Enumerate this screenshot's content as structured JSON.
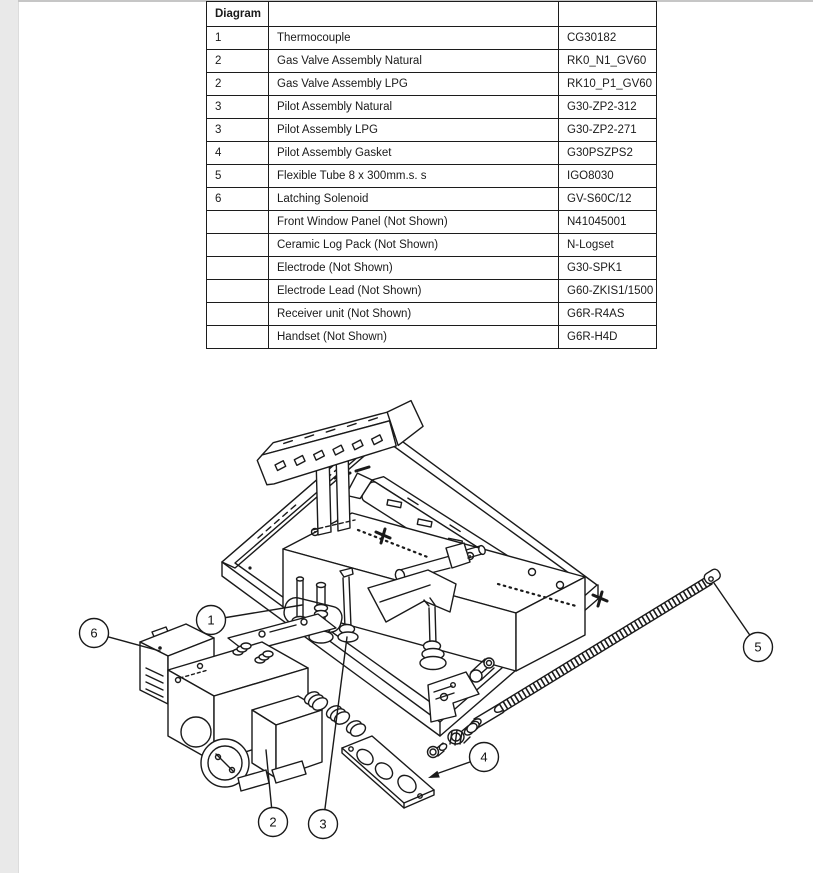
{
  "page": {
    "background": "#ffffff",
    "left_strip_color": "#e9e9e9",
    "top_line_color": "#c6c6c6",
    "line_color": "#1a1a1a"
  },
  "parts_table": {
    "header": {
      "col1": "Diagram",
      "col2": "",
      "col3": ""
    },
    "rows": [
      {
        "no": "1",
        "description": "Thermocouple",
        "part_number": "CG30182"
      },
      {
        "no": "2",
        "description": "Gas Valve Assembly Natural",
        "part_number": "RK0_N1_GV60"
      },
      {
        "no": "2",
        "description": "Gas Valve Assembly LPG",
        "part_number": "RK10_P1_GV60"
      },
      {
        "no": "3",
        "description": "Pilot Assembly Natural",
        "part_number": "G30-ZP2-312"
      },
      {
        "no": "3",
        "description": "Pilot Assembly LPG",
        "part_number": "G30-ZP2-271"
      },
      {
        "no": "4",
        "description": "Pilot Assembly Gasket",
        "part_number": "G30PSZPS2"
      },
      {
        "no": "5",
        "description": "Flexible Tube 8 x 300mm.s. s",
        "part_number": "IGO8030"
      },
      {
        "no": "6",
        "description": "Latching Solenoid",
        "part_number": "GV-S60C/12"
      },
      {
        "no": "",
        "description": "Front Window Panel (Not Shown)",
        "part_number": "N41045001"
      },
      {
        "no": "",
        "description": "Ceramic Log Pack (Not Shown)",
        "part_number": "N-Logset"
      },
      {
        "no": "",
        "description": "Electrode (Not Shown)",
        "part_number": "G30-SPK1"
      },
      {
        "no": "",
        "description": "Electrode Lead (Not Shown)",
        "part_number": "G60-ZKIS1/1500"
      },
      {
        "no": "",
        "description": "Receiver unit (Not Shown)",
        "part_number": "G6R-R4AS"
      },
      {
        "no": "",
        "description": "Handset (Not Shown)",
        "part_number": "G6R-H4D"
      }
    ]
  },
  "diagram": {
    "callouts": [
      {
        "label": "1"
      },
      {
        "label": "2"
      },
      {
        "label": "3"
      },
      {
        "label": "4"
      },
      {
        "label": "5"
      },
      {
        "label": "6"
      }
    ]
  }
}
